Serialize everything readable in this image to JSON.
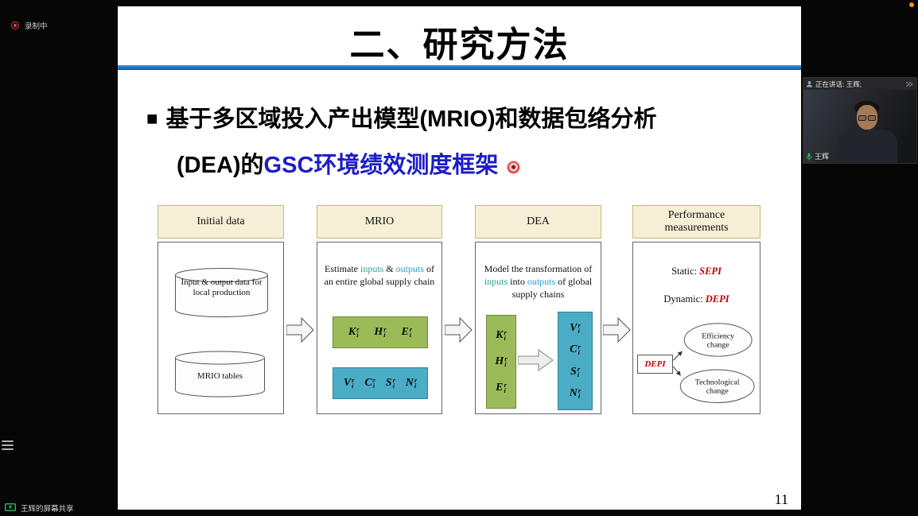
{
  "chrome": {
    "recording": "录制中",
    "speaking": "正在讲话: 王辉;",
    "participant": "王辉",
    "screen_share": "王辉的屏幕共享"
  },
  "slide": {
    "title": "二、研究方法",
    "bullet_marker": "■",
    "line1": "基于多区域投入产出模型(MRIO)和数据包络分析",
    "line2_black": "(DEA)的",
    "line2_blue": "GSC环境绩效测度框架",
    "page_number": "11"
  },
  "diagram": {
    "col1": {
      "header": "Initial data",
      "cyl1": "Input & output data for local production",
      "cyl2": "MRIO tables"
    },
    "col2": {
      "header": "MRIO",
      "d1": "Estimate ",
      "d2": "inputs",
      "d3": " & ",
      "d4": "outputs",
      "d5": " of an entire global supply chain",
      "green": [
        {
          "b": "K",
          "s": "i",
          "p": "r"
        },
        {
          "b": "H",
          "s": "i",
          "p": "r"
        },
        {
          "b": "E",
          "s": "i",
          "p": "r"
        }
      ],
      "blue": [
        {
          "b": "V",
          "s": "i",
          "p": "r"
        },
        {
          "b": "C",
          "s": "i",
          "p": "r"
        },
        {
          "b": "S",
          "s": "i",
          "p": "r"
        },
        {
          "b": "N",
          "s": "i",
          "p": "r"
        }
      ]
    },
    "col3": {
      "header": "DEA",
      "d1": "Model the transformation of ",
      "d2": "inputs",
      "d3": " into ",
      "d4": "outputs",
      "d5": " of global supply chains",
      "green": [
        {
          "b": "K",
          "s": "i",
          "p": "r"
        },
        {
          "b": "H",
          "s": "i",
          "p": "r"
        },
        {
          "b": "E",
          "s": "i",
          "p": "r"
        }
      ],
      "blue": [
        {
          "b": "V",
          "s": "i",
          "p": "r"
        },
        {
          "b": "C",
          "s": "i",
          "p": "r"
        },
        {
          "b": "S",
          "s": "i",
          "p": "r"
        },
        {
          "b": "N",
          "s": "i",
          "p": "r"
        }
      ]
    },
    "col4": {
      "header": "Performance measurements",
      "static_label": "Static: ",
      "static_value": "SEPI",
      "dynamic_label": "Dynamic: ",
      "dynamic_value": "DEPI",
      "depi": "DEPI",
      "ellipse1_line1": "Efficiency",
      "ellipse1_line2": "change",
      "ellipse2_line1": "Technological",
      "ellipse2_line2": "change"
    }
  },
  "colors": {
    "rule_blue": "#1f6fc2",
    "hl_blue": "#1d1dc8",
    "box_green": "#9bbb59",
    "box_blue": "#4bacc6",
    "accent_red": "#c00000",
    "inputs_color": "#2e9e8f",
    "outputs_color": "#2f9dc8",
    "header_cream": "#f6efd6",
    "ui_green": "#2bb24c",
    "status_orange": "#ff8b1f"
  }
}
